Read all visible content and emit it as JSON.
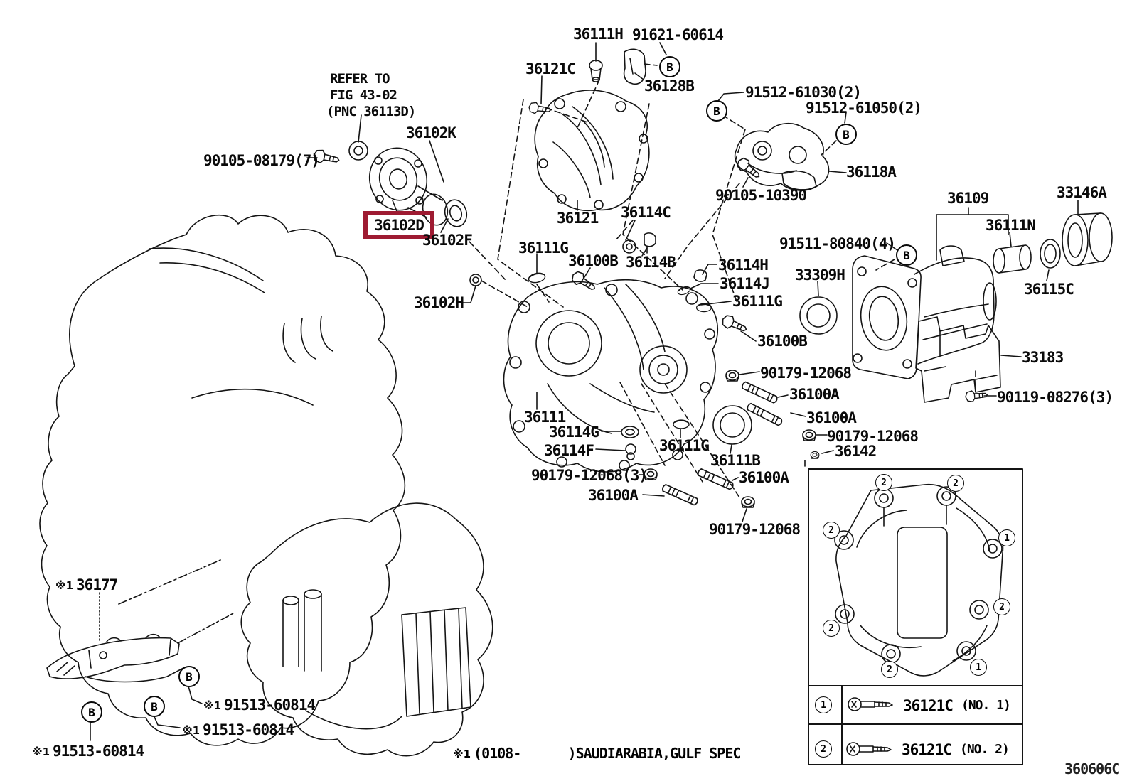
{
  "figure": {
    "code": "360606C",
    "refer_note": [
      "REFER TO",
      "FIG 43-02",
      "(PNC 36113D)"
    ],
    "highlight_color": "#9e1b32",
    "highlighted_part": "36102D",
    "footnote": {
      "prefix": "※1",
      "text": "(0108-      )SAUDIARABIA,GULF SPEC"
    }
  },
  "labels": [
    "36111H",
    "91621-60614",
    "36121C",
    "36128B",
    "91512-61030(2)",
    "91512-61050(2)",
    "36102K",
    "90105-08179(7)",
    "36102D",
    "36102F",
    "36121",
    "36114C",
    "90105-10390",
    "36118A",
    "36109",
    "33146A",
    "36111N",
    "91511-80840(4)",
    "33309H",
    "36115C",
    "36111G",
    "36100B",
    "36114B",
    "36114H",
    "36114J",
    "36111G",
    "36102H",
    "36100B",
    "90179-12068",
    "36100A",
    "33183",
    "90119-08276(3)",
    "36100A",
    "90179-12068",
    "36142",
    "36111",
    "36114G",
    "36114F",
    "36111G",
    "36111B",
    "90179-12068(3)",
    "36100A",
    "36100A",
    "90179-12068"
  ],
  "asterisk_labels": [
    {
      "prefix": "※1",
      "text": "36177"
    },
    {
      "prefix": "※1",
      "text": "91513-60814"
    },
    {
      "prefix": "※1",
      "text": "91513-60814"
    },
    {
      "prefix": "※1",
      "text": "91513-60814"
    }
  ],
  "markers": {
    "b": "B",
    "no1": "1",
    "no2": "2"
  },
  "inset": {
    "positions": [
      "2",
      "2",
      "2",
      "1",
      "2",
      "2",
      "2",
      "1"
    ]
  },
  "legend": {
    "rows": [
      {
        "marker": "1",
        "part": "36121C",
        "qualifier": "(NO. 1)"
      },
      {
        "marker": "2",
        "part": "36121C",
        "qualifier": "(NO. 2)"
      }
    ]
  }
}
